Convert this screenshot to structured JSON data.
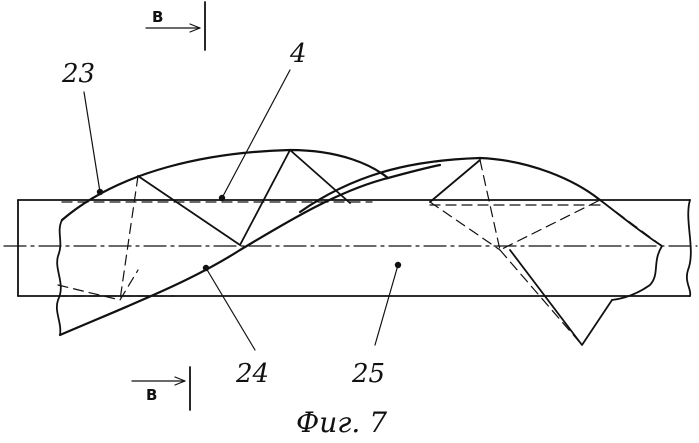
{
  "figure": {
    "caption": "Фиг. 7",
    "section_marker_top": "B",
    "section_marker_bottom": "B"
  },
  "labels": {
    "part_4": "4",
    "part_23": "23",
    "part_24": "24",
    "part_25": "25"
  },
  "colors": {
    "ink": "#111111",
    "paper": "#ffffff"
  }
}
